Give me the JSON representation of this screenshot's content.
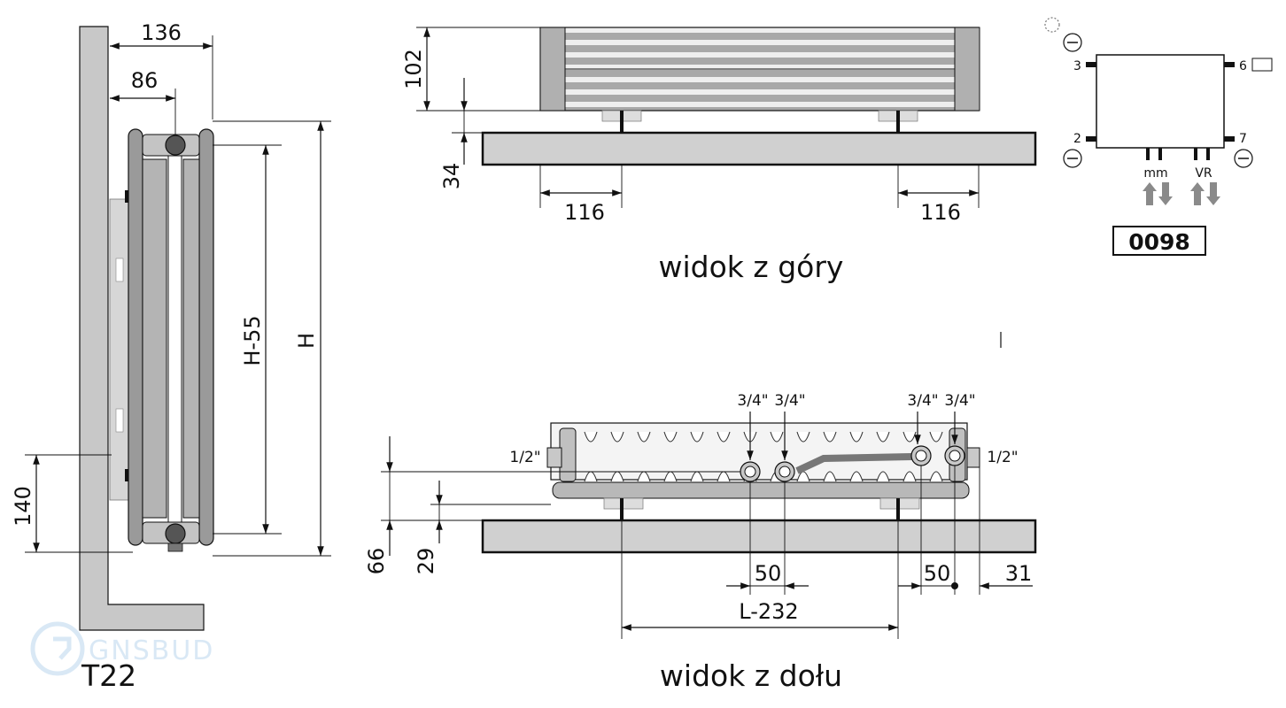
{
  "side_view": {
    "width_total": "136",
    "width_axis": "86",
    "height_axis": "H-55",
    "height_total": "H",
    "bottom_connection": "140",
    "type": "T22"
  },
  "top_view": {
    "depth": "102",
    "gap": "34",
    "left_offset": "116",
    "right_offset": "116",
    "caption": "widok z góry"
  },
  "bottom_view": {
    "conn_a": "3/4\"",
    "conn_b": "3/4\"",
    "conn_c": "3/4\"",
    "conn_d": "3/4\"",
    "vent_left": "1/2\"",
    "vent_right": "1/2\"",
    "axis_height": "66",
    "gap": "29",
    "spacing_left": "50",
    "spacing_right": "50",
    "edge_offset": "31",
    "bracket_spacing": "L-232",
    "caption": "widok z dołu"
  },
  "valve_block": {
    "port_3": "3",
    "port_6": "6",
    "port_2": "2",
    "port_7": "7",
    "label_mm": "mm",
    "label_vr": "VR",
    "code": "0098"
  },
  "watermark": "GNSBUD",
  "colors": {
    "line": "#111111",
    "wall": "#c8c8c8",
    "body": "#9a9a9a",
    "panel": "#b4b4b4",
    "arrow": "#8a8a8a"
  }
}
